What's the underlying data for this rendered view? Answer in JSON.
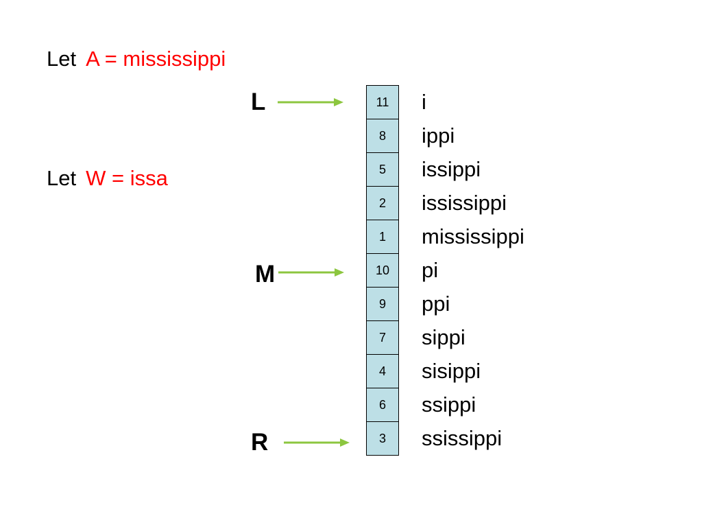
{
  "let_a": {
    "prefix": "Let",
    "value": "A = mississippi"
  },
  "let_w": {
    "prefix": "Let",
    "value": "W = issa"
  },
  "pointers": {
    "left": "L",
    "middle": "M",
    "right": "R"
  },
  "suffix_array": [
    {
      "index": "11",
      "suffix": "i"
    },
    {
      "index": "8",
      "suffix": "ippi"
    },
    {
      "index": "5",
      "suffix": "issippi"
    },
    {
      "index": "2",
      "suffix": "ississippi"
    },
    {
      "index": "1",
      "suffix": "mississippi"
    },
    {
      "index": "10",
      "suffix": "pi"
    },
    {
      "index": "9",
      "suffix": "ppi"
    },
    {
      "index": "7",
      "suffix": "sippi"
    },
    {
      "index": "4",
      "suffix": "sisippi"
    },
    {
      "index": "6",
      "suffix": "ssippi"
    },
    {
      "index": "3",
      "suffix": "ssissippi"
    }
  ],
  "colors": {
    "highlight": "#ff0000",
    "cell_fill": "#bddfe6",
    "arrow": "#8cc63f"
  }
}
